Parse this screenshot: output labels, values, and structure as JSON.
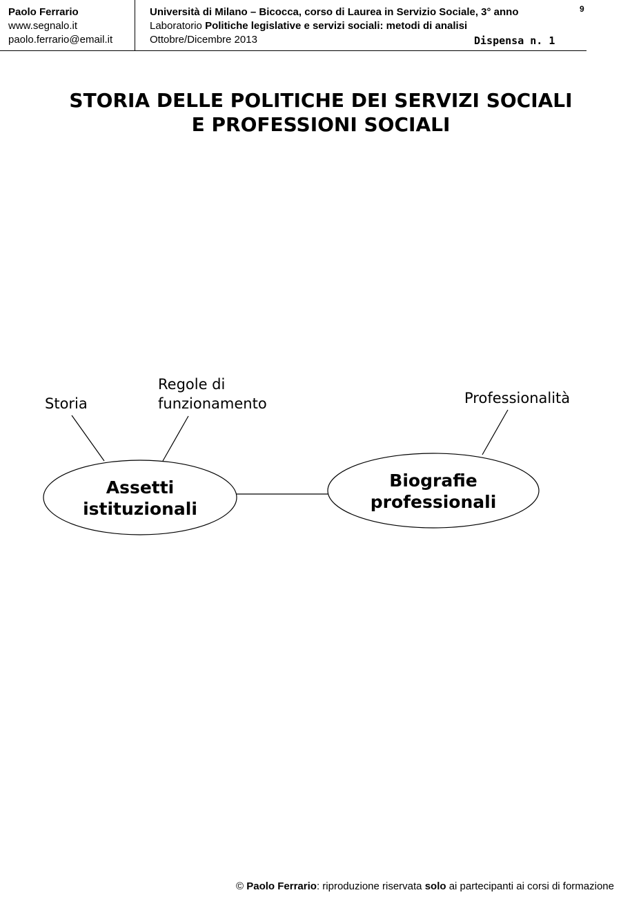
{
  "header": {
    "author": "Paolo Ferrario",
    "website": "www.segnalo.it",
    "email": "paolo.ferrario@email.it",
    "university": "Università di Milano – Bicocca, corso di  Laurea in Servizio Sociale, 3° anno",
    "lab_prefix": "Laboratorio ",
    "lab_title": "Politiche legislative e servizi sociali: metodi di analisi",
    "period": "Ottobre/Dicembre 2013",
    "dispensa": "Dispensa n. 1",
    "page_number": "9"
  },
  "title": {
    "line1": "STORIA DELLE POLITICHE DEI SERVIZI SOCIALI",
    "line2": "E PROFESSIONI SOCIALI"
  },
  "diagram": {
    "left_node": {
      "line1": "Assetti",
      "line2": "istituzionali"
    },
    "right_node": {
      "line1": "Biografie",
      "line2": "professionali"
    },
    "labels": {
      "storia": "Storia",
      "regole_line1": "Regole di",
      "regole_line2": "funzionamento",
      "professionalita": "Professionalità"
    }
  },
  "footer": {
    "copyright": "© ",
    "author": "Paolo Ferrario",
    "text1": ": riproduzione riservata ",
    "solo": "solo",
    "text2": " ai partecipanti ai corsi di formazione"
  }
}
